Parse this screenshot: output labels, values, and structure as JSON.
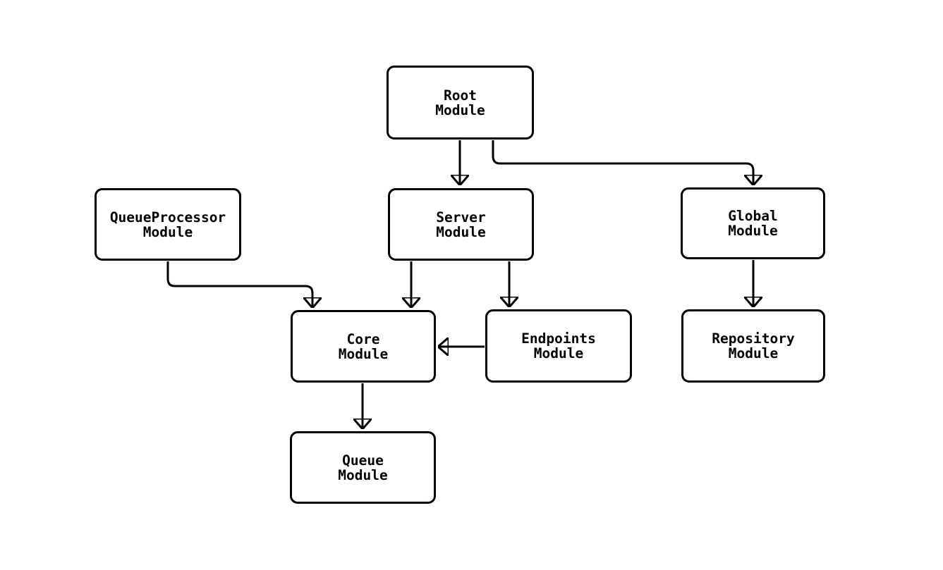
{
  "diagram": {
    "type": "module-dependency-graph",
    "colors": {
      "stroke": "#000000",
      "node_fill": "#ffffff",
      "background": "#ffffff"
    },
    "nodes": {
      "root": {
        "label": "Root\nModule"
      },
      "queue_processor": {
        "label": "QueueProcessor\nModule"
      },
      "server": {
        "label": "Server\nModule"
      },
      "global": {
        "label": "Global\nModule"
      },
      "core": {
        "label": "Core\nModule"
      },
      "endpoints": {
        "label": "Endpoints\nModule"
      },
      "repository": {
        "label": "Repository\nModule"
      },
      "queue": {
        "label": "Queue\nModule"
      }
    },
    "edges": [
      {
        "from": "Root Module",
        "to": "Server Module"
      },
      {
        "from": "Root Module",
        "to": "Global Module"
      },
      {
        "from": "QueueProcessor Module",
        "to": "Core Module"
      },
      {
        "from": "Server Module",
        "to": "Core Module"
      },
      {
        "from": "Server Module",
        "to": "Endpoints Module"
      },
      {
        "from": "Endpoints Module",
        "to": "Core Module"
      },
      {
        "from": "Global Module",
        "to": "Repository Module"
      },
      {
        "from": "Core Module",
        "to": "Queue Module"
      }
    ]
  }
}
